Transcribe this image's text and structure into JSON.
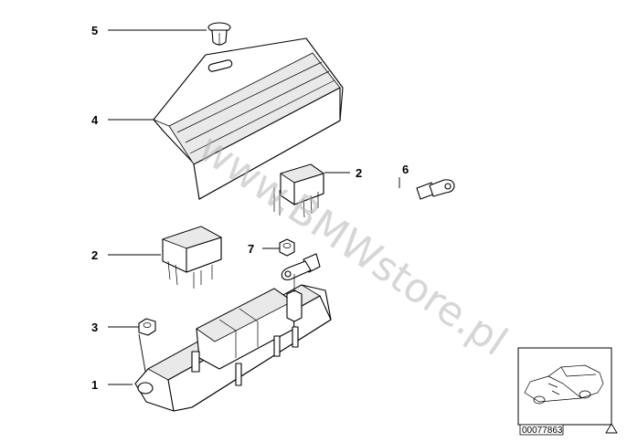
{
  "callouts": {
    "c5": "5",
    "c4": "4",
    "c2a": "2",
    "c6": "6",
    "c2b": "2",
    "c7": "7",
    "c3": "3",
    "c1": "1"
  },
  "watermark": "www.BMWstore.pl",
  "thumbnail": {
    "ref_number": "00077863",
    "warning_icon": "triangle-icon"
  },
  "colors": {
    "line": "#000000",
    "watermark": "#b5b5b5"
  }
}
